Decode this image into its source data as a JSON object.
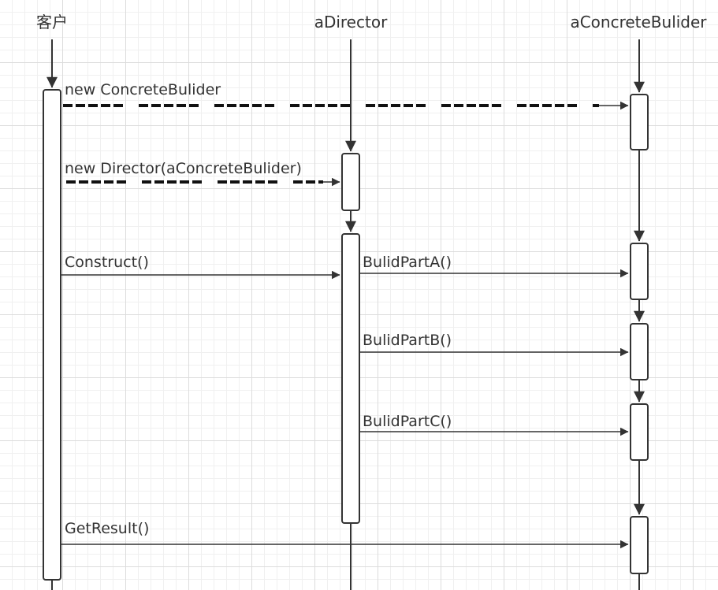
{
  "colors": {
    "stroke": "#333333",
    "grid": "#dcdcdc",
    "box_fill": "#ffffff"
  },
  "participants": {
    "client": "客户",
    "director": "aDirector",
    "builder": "aConcreteBulider"
  },
  "messages": {
    "new_builder": "new ConcreteBulider",
    "new_director": "new Director(aConcreteBulider)",
    "construct": "Construct()",
    "part_a": "BulidPartA()",
    "part_b": "BulidPartB()",
    "part_c": "BulidPartC()",
    "get_result": "GetResult()"
  }
}
